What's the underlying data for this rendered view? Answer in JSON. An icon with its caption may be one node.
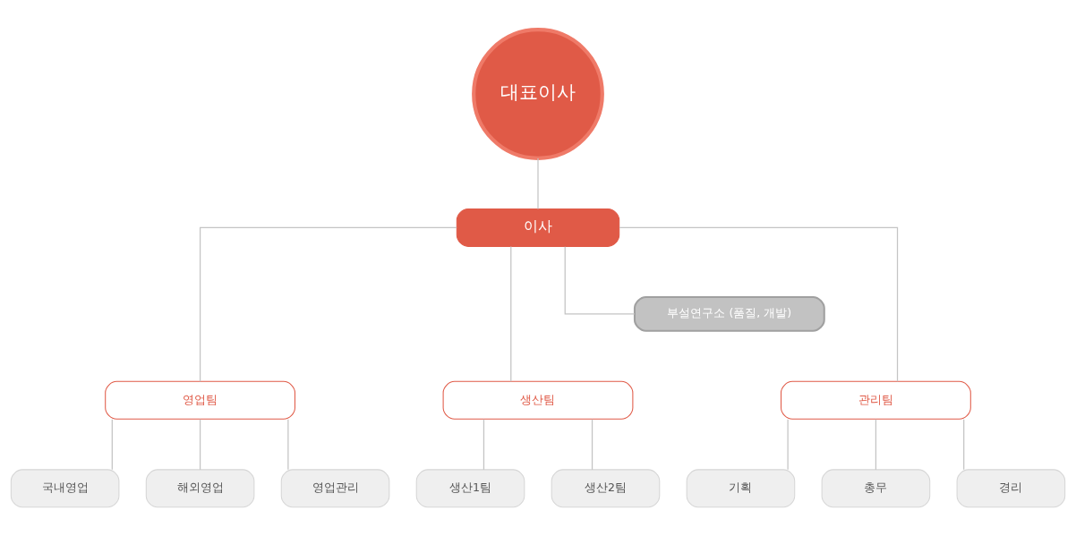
{
  "diagram": {
    "nodes": [
      {
        "text": [
          "대표이사"
        ]
      },
      {
        "text": [
          "이사"
        ]
      },
      {
        "text": [
          "부설연구소 (품질, 개발)"
        ]
      },
      {
        "text": [
          "영업팀"
        ]
      },
      {
        "text": [
          "생산팀"
        ]
      },
      {
        "text": [
          "관리팀"
        ]
      },
      {
        "text": [
          "국내영업"
        ]
      },
      {
        "text": [
          "해외영업"
        ]
      },
      {
        "text": [
          "영업관리"
        ]
      },
      {
        "text": [
          "생산1팀"
        ]
      },
      {
        "text": [
          "생산2팀"
        ]
      },
      {
        "text": [
          "기획"
        ]
      },
      {
        "text": [
          "총무"
        ]
      },
      {
        "text": [
          "경리"
        ]
      }
    ],
    "edges": [
      {
        "from": 0,
        "to": 1,
        "arrow": "none"
      },
      {
        "from": 1,
        "to": 2,
        "arrow": "none"
      },
      {
        "from": 1,
        "to": 3,
        "arrow": "none"
      },
      {
        "from": 1,
        "to": 4,
        "arrow": "none"
      },
      {
        "from": 1,
        "to": 5,
        "arrow": "none"
      },
      {
        "from": 3,
        "to": 6,
        "arrow": "none"
      },
      {
        "from": 3,
        "to": 7,
        "arrow": "none"
      },
      {
        "from": 3,
        "to": 8,
        "arrow": "none"
      },
      {
        "from": 4,
        "to": 9,
        "arrow": "none"
      },
      {
        "from": 4,
        "to": 10,
        "arrow": "none"
      },
      {
        "from": 5,
        "to": 11,
        "arrow": "none"
      },
      {
        "from": 5,
        "to": 12,
        "arrow": "none"
      },
      {
        "from": 5,
        "to": 13,
        "arrow": "none"
      }
    ]
  }
}
